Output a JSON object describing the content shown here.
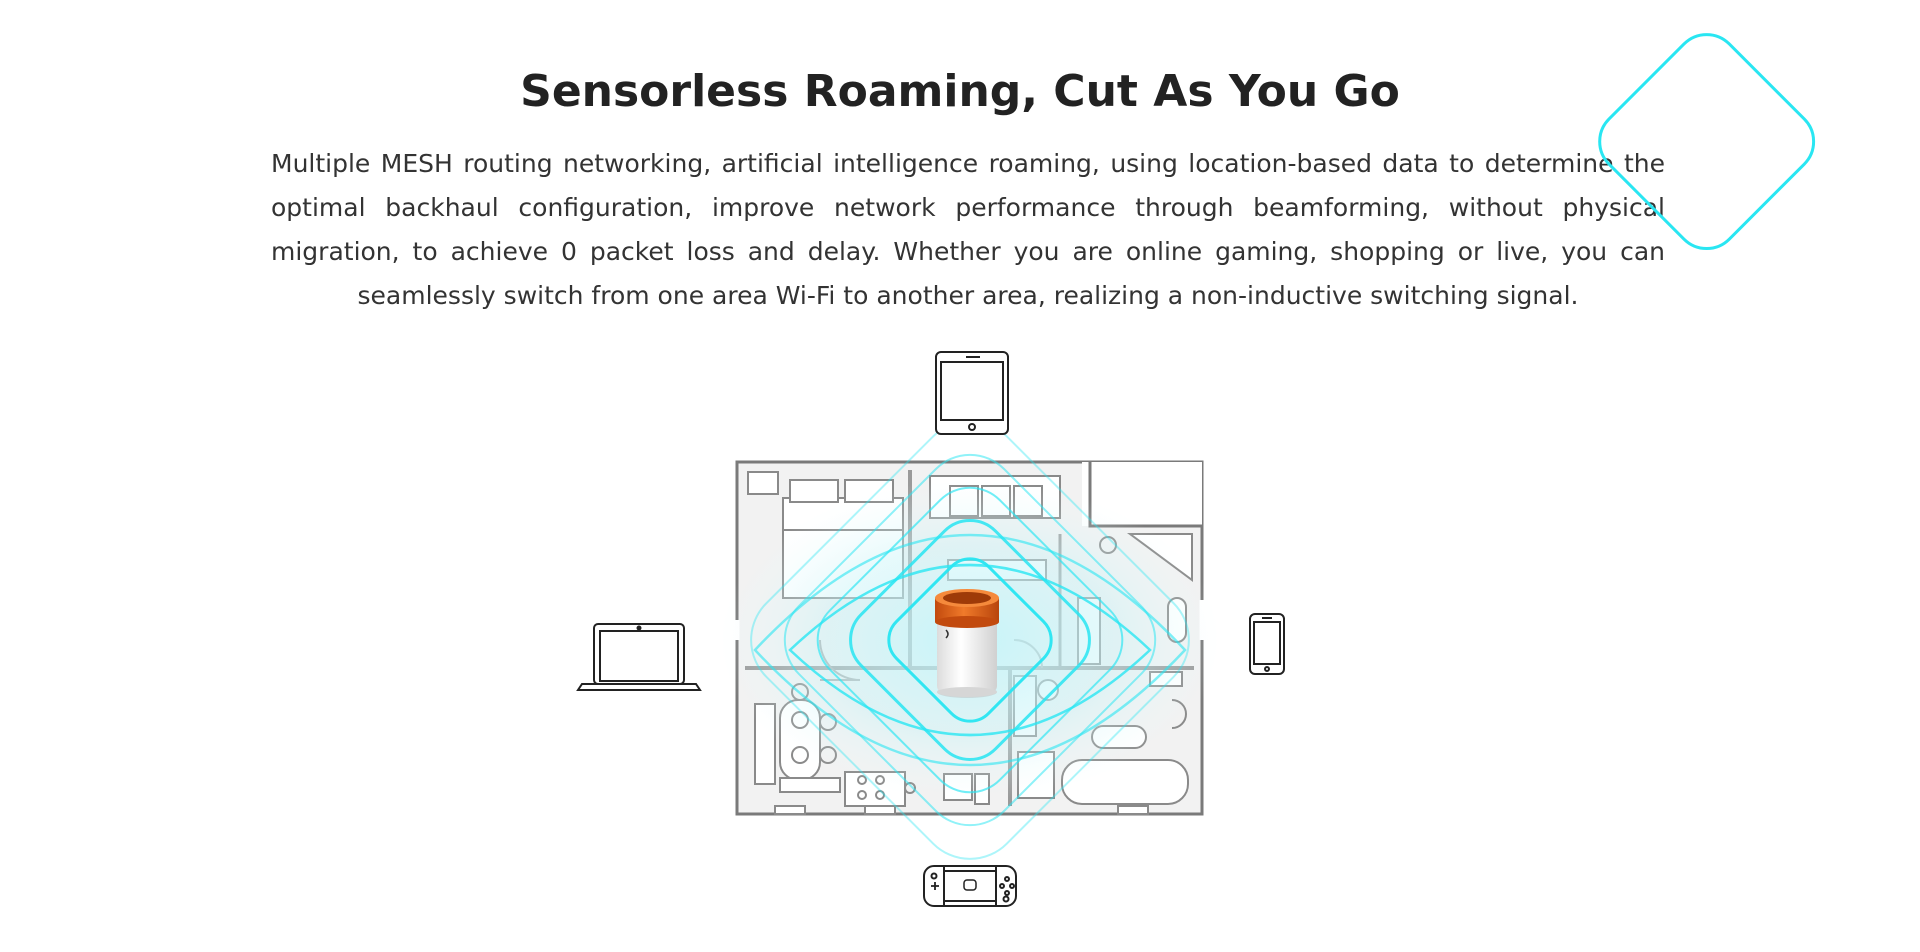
{
  "section": {
    "title": "Sensorless Roaming, Cut As You Go",
    "description": "Multiple MESH routing networking, artificial intelligence roaming, using location-based data to determine the optimal backhaul configuration, improve network performance through beamforming, without physical migration, to achieve 0 packet loss and delay. Whether you are online gaming, shopping or live, you can seamlessly switch from one area Wi-Fi to another area, realizing a non-inductive switching signal."
  },
  "devices": {
    "top": "tablet-icon",
    "left": "laptop-icon",
    "right": "smartphone-icon",
    "bottom": "game-console-icon",
    "center": "mesh-router"
  },
  "colors": {
    "text": "#222222",
    "signal": "#29e6f2",
    "router_cap": "#e8621a",
    "router_body": "#f2f2f2",
    "floorplan_line": "#8a8a8a"
  }
}
